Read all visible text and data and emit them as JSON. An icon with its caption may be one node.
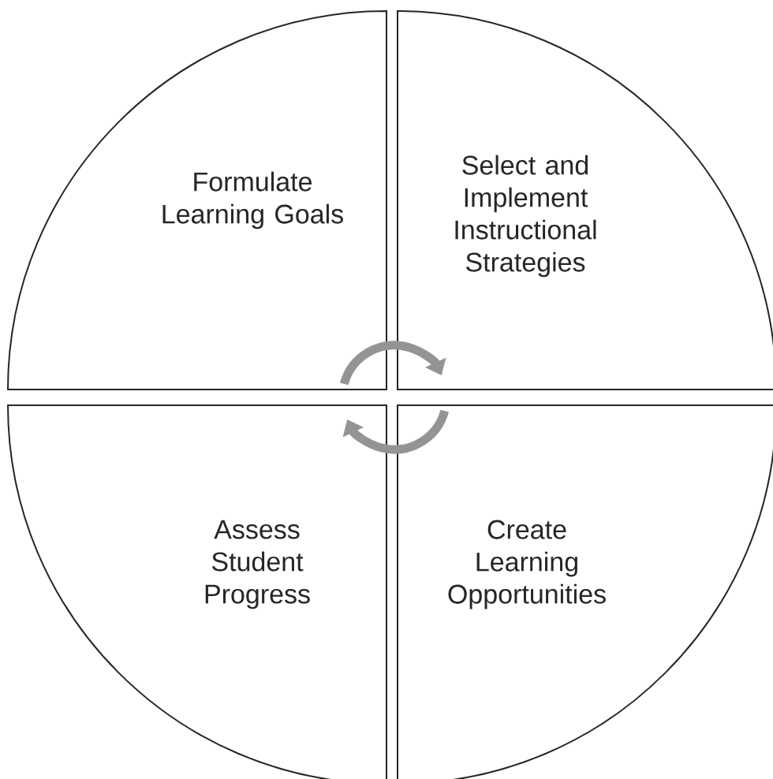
{
  "diagram": {
    "nodes": [
      {
        "text": [
          "Formulate Learning Goals"
        ]
      },
      {
        "text": [
          "Select and Implement Instructional Strategies"
        ]
      },
      {
        "text": [
          "Assess Student Progress"
        ]
      },
      {
        "text": [
          "Create Learning Opportunities"
        ]
      }
    ],
    "edges": [
      {
        "from": 0,
        "to": 1,
        "arrow": "to"
      },
      {
        "from": 3,
        "to": 2,
        "arrow": "to"
      }
    ]
  }
}
